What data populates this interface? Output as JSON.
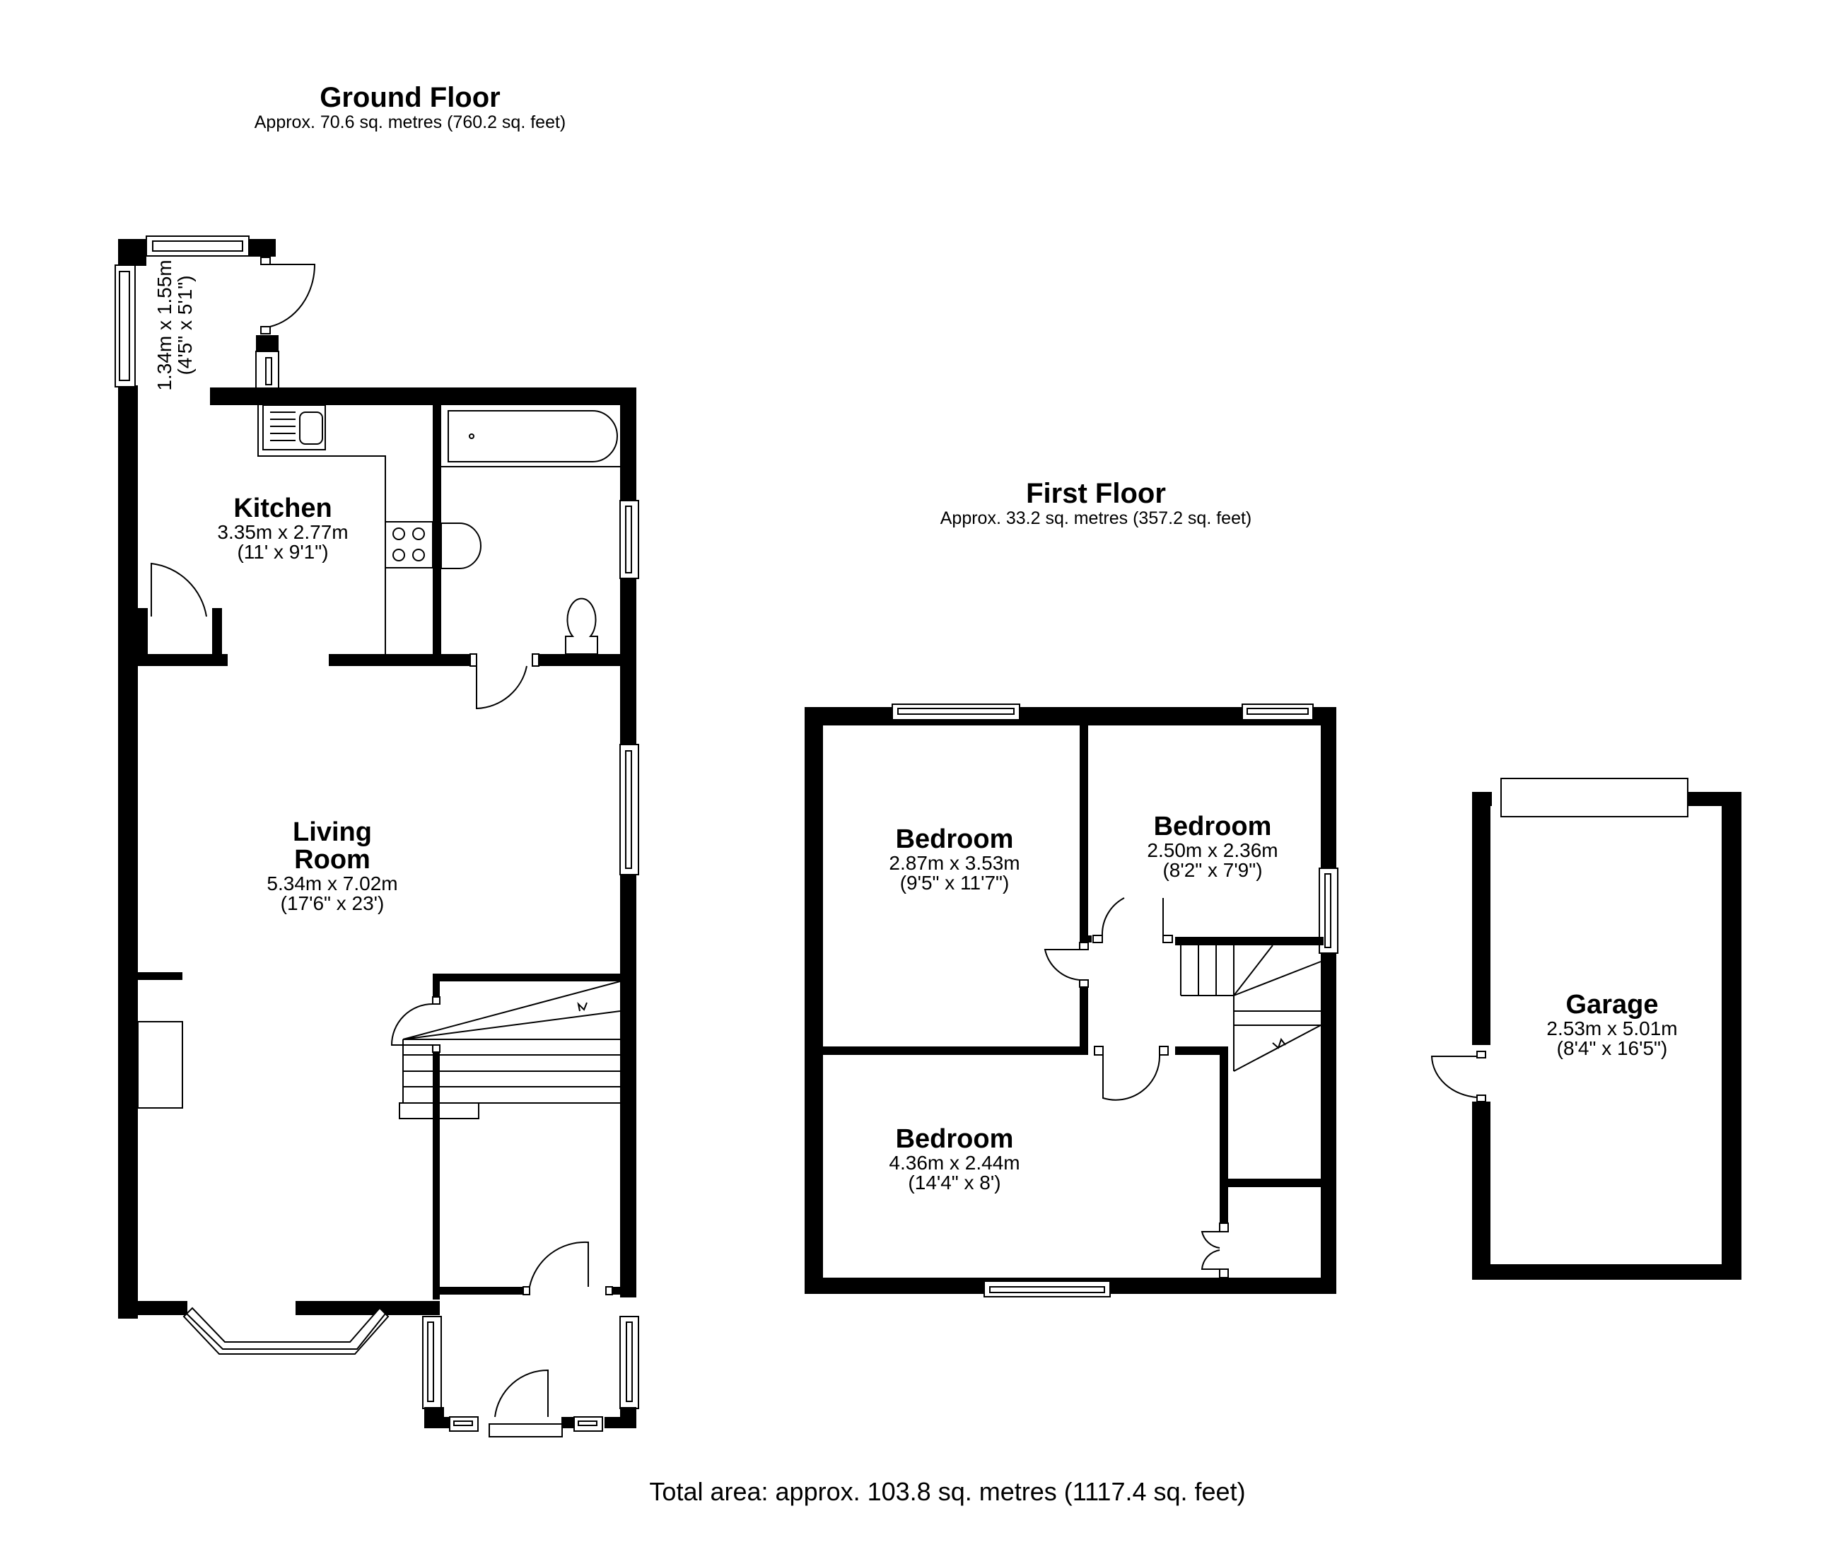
{
  "ground_floor": {
    "title": "Ground Floor",
    "area": "Approx. 70.6 sq. metres (760.2 sq. feet)",
    "rooms": [
      {
        "name": "",
        "dim_m": "1.34m x 1.55m",
        "dim_ft": "(4'5\" x 5'1\")",
        "note": "rear porch, label rotated"
      },
      {
        "name": "Kitchen",
        "dim_m": "3.35m x 2.77m",
        "dim_ft": "(11' x 9'1\")"
      },
      {
        "name_line1": "Living",
        "name_line2": "Room",
        "dim_m": "5.34m x 7.02m",
        "dim_ft": "(17'6\" x 23')"
      }
    ]
  },
  "first_floor": {
    "title": "First Floor",
    "area": "Approx. 33.2 sq. metres (357.2 sq. feet)",
    "rooms": [
      {
        "name": "Bedroom",
        "dim_m": "2.87m x 3.53m",
        "dim_ft": "(9'5\" x 11'7\")"
      },
      {
        "name": "Bedroom",
        "dim_m": "2.50m x 2.36m",
        "dim_ft": "(8'2\" x 7'9\")"
      },
      {
        "name": "Bedroom",
        "dim_m": "4.36m x 2.44m",
        "dim_ft": "(14'4\" x 8')"
      }
    ]
  },
  "garage": {
    "name": "Garage",
    "dim_m": "2.53m x 5.01m",
    "dim_ft": "(8'4\" x 16'5\")"
  },
  "total": "Total area: approx. 103.8 sq. metres (1117.4 sq. feet)",
  "colors": {
    "wall": "#000000",
    "background": "#ffffff"
  }
}
